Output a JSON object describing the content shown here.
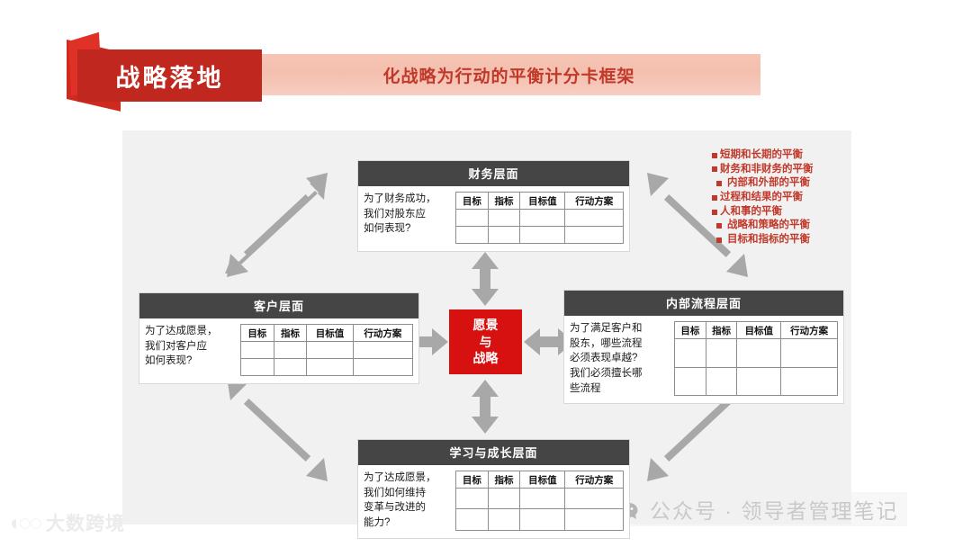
{
  "header": {
    "ribbon_label": "战略落地",
    "banner_title": "化战略为行动的平衡计分卡框架",
    "ribbon_color": "#c0281f",
    "banner_color": "#f4bfae",
    "banner_text_color": "#c0392b"
  },
  "diagram": {
    "background": "#f1f1f1",
    "center": {
      "line1": "愿景",
      "line2": "与",
      "line3": "战略",
      "color": "#d6110f",
      "text_color": "#ffffff"
    },
    "table_headers": [
      "目标",
      "指标",
      "目标值",
      "行动方案"
    ],
    "perspectives": [
      {
        "id": "financial",
        "title": "财务层面",
        "question": "为了财务成功，\n我们对股东应\n如何表现?",
        "rows": 2
      },
      {
        "id": "customer",
        "title": "客户层面",
        "question": "为了达成愿景，\n我们对客户应\n如何表现?",
        "rows": 2
      },
      {
        "id": "internal",
        "title": "内部流程层面",
        "question": "为了满足客户和\n股东，哪些流程\n必须表现卓越?\n我们必须擅长哪\n些流程",
        "rows": 2
      },
      {
        "id": "learning",
        "title": "学习与成长层面",
        "question": "为了达成愿景，\n我们如何维持\n变革与改进的\n能力?",
        "rows": 2
      }
    ],
    "balance_list": {
      "color": "#c0392b",
      "items": [
        {
          "label": "短期和长期的平衡",
          "indent": false
        },
        {
          "label": "财务和非财务的平衡",
          "indent": false
        },
        {
          "label": "内部和外部的平衡",
          "indent": true
        },
        {
          "label": "过程和结果的平衡",
          "indent": false
        },
        {
          "label": "人和事的平衡",
          "indent": false
        },
        {
          "label": "战略和策略的平衡",
          "indent": true
        },
        {
          "label": "目标和指标的平衡",
          "indent": true
        }
      ]
    },
    "arrow_color": "#a8a8a8"
  },
  "watermarks": {
    "brand_mark": "◖◌◌",
    "brand_text": "大数跨境",
    "wechat_text": "公众号 · 领导者管理笔记"
  }
}
